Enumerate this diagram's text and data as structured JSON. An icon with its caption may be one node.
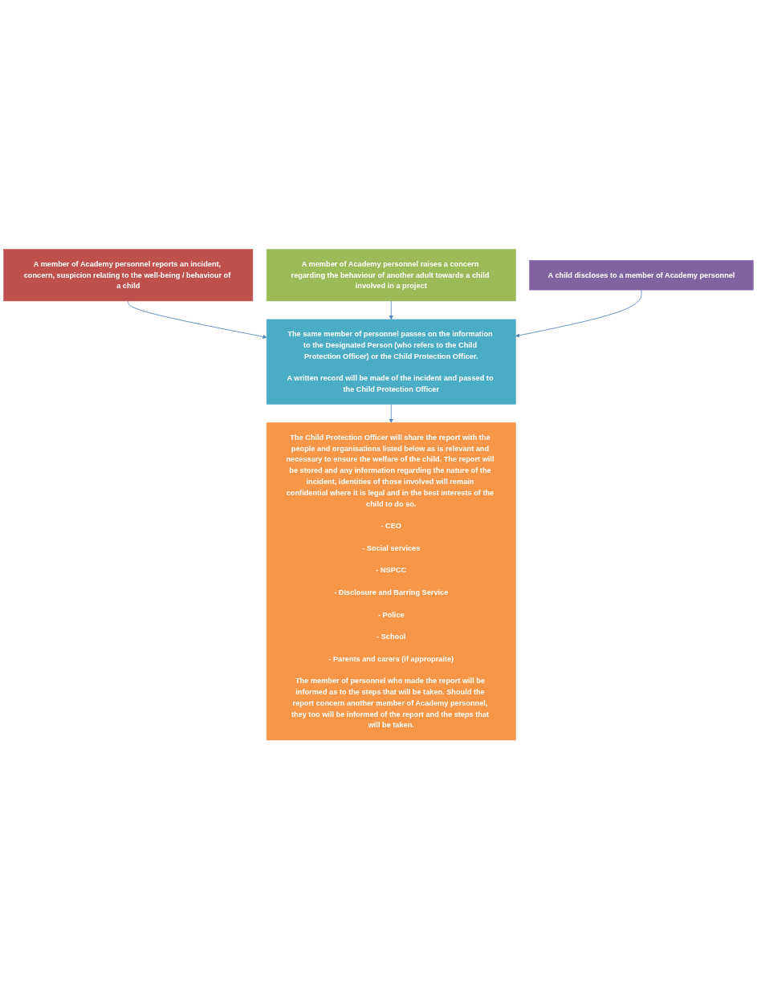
{
  "diagram": {
    "nodes": [
      {
        "text": [
          "A member of Academy personnel reports an incident, concern, suspicion relating to the well-being / behaviour of a child"
        ]
      },
      {
        "text": [
          "A member of Academy personnel raises a concern regarding the behaviour of another adult towards a child involved in a project"
        ]
      },
      {
        "text": [
          "A child discloses to a member of Academy personnel"
        ]
      },
      {
        "text": [
          "The same member of personnel passes on the information to the Designated Person (who refers to the Child Protection Officer) or the Child Protection Officer.",
          "A written record will be made of the incident and passed to the Child Protection Officer"
        ]
      },
      {
        "text": [
          "The Child Protection Officer will share the report with the people and organisations listed below as is relevant and necessary to ensure the welfare of the child. The report will be stored and any information regarding the nature of the incident, identities of those involved will remain confidential where it is legal and in the best interests of the child to do so.",
          "- CEO",
          "- Social services",
          "- NSPCC",
          "- DIsclosure and Barring Service",
          "- Police",
          "- School",
          "- Parents and carers (if appropraite)",
          "The member of personnel who made the report will be informed as to the steps that will be taken. Should the report concern another member of Academy personnel, they too will be informed of the report and the steps that will be taken."
        ]
      }
    ],
    "edges": [
      {
        "from": 0,
        "to": 3,
        "arrow": "to"
      },
      {
        "from": 1,
        "to": 3,
        "arrow": "to"
      },
      {
        "from": 2,
        "to": 3,
        "arrow": "to"
      },
      {
        "from": 3,
        "to": 4,
        "arrow": "to"
      }
    ]
  }
}
